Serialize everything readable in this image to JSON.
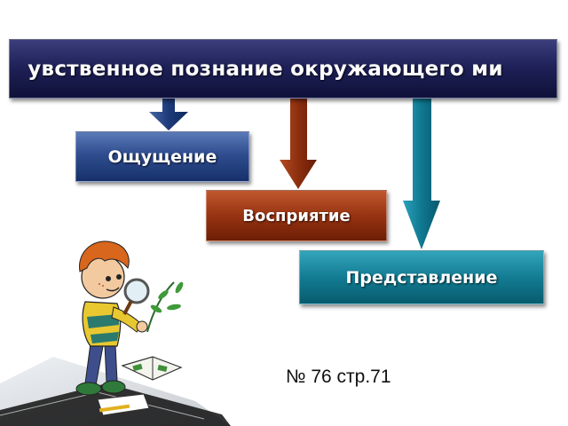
{
  "diagram": {
    "title": "увственное познание окружающего ми",
    "stages": [
      {
        "label": "Ощущение",
        "color": "#2f4d8f"
      },
      {
        "label": "Восприятие",
        "color": "#973312"
      },
      {
        "label": "Представление",
        "color": "#137c93"
      }
    ],
    "title_color": "#1f2159"
  },
  "footer": {
    "reference": "№ 76 стр.71"
  },
  "illustration": {
    "subject": "boy-with-magnifying-glass-icon"
  }
}
